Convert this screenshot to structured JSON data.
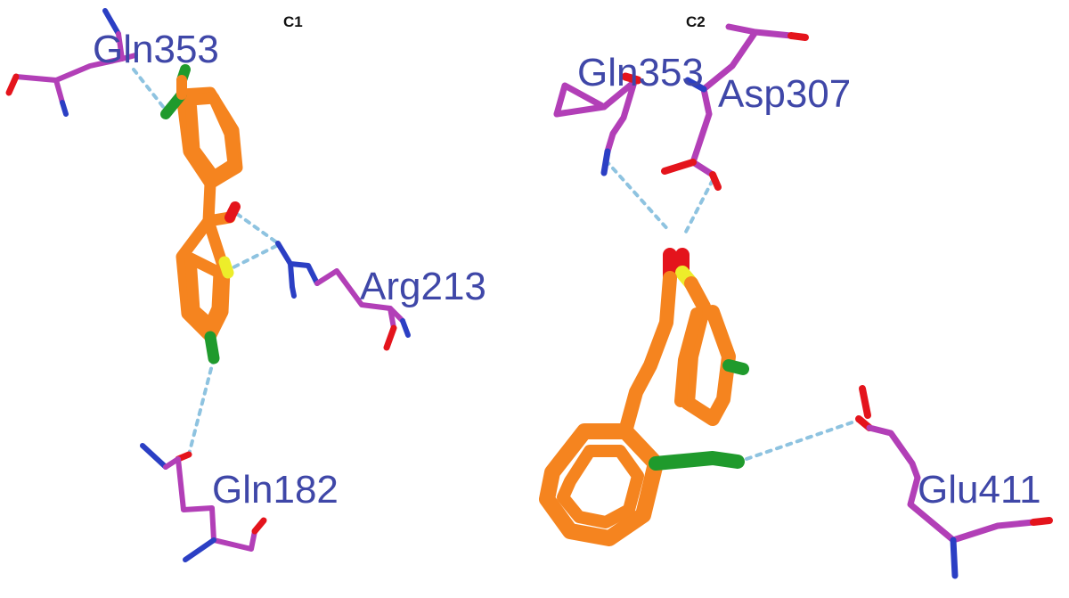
{
  "panels": [
    {
      "id": "c1",
      "label": "C1",
      "residues": [
        {
          "name": "Gln353"
        },
        {
          "name": "Arg213"
        },
        {
          "name": "Gln182"
        }
      ]
    },
    {
      "id": "c2",
      "label": "C2",
      "residues": [
        {
          "name": "Gln353"
        },
        {
          "name": "Asp307"
        },
        {
          "name": "Glu411"
        }
      ]
    }
  ],
  "colors": {
    "ligand_carbon": "#f5841f",
    "residue_carbon": "#b23fb7",
    "nitrogen": "#2b3fc4",
    "oxygen": "#e4141c",
    "chlorine": "#1f9a2c",
    "sulfur": "#eded2a",
    "hydrogen_bond": "#8ec3e0",
    "label_text": "#3f47a8"
  }
}
